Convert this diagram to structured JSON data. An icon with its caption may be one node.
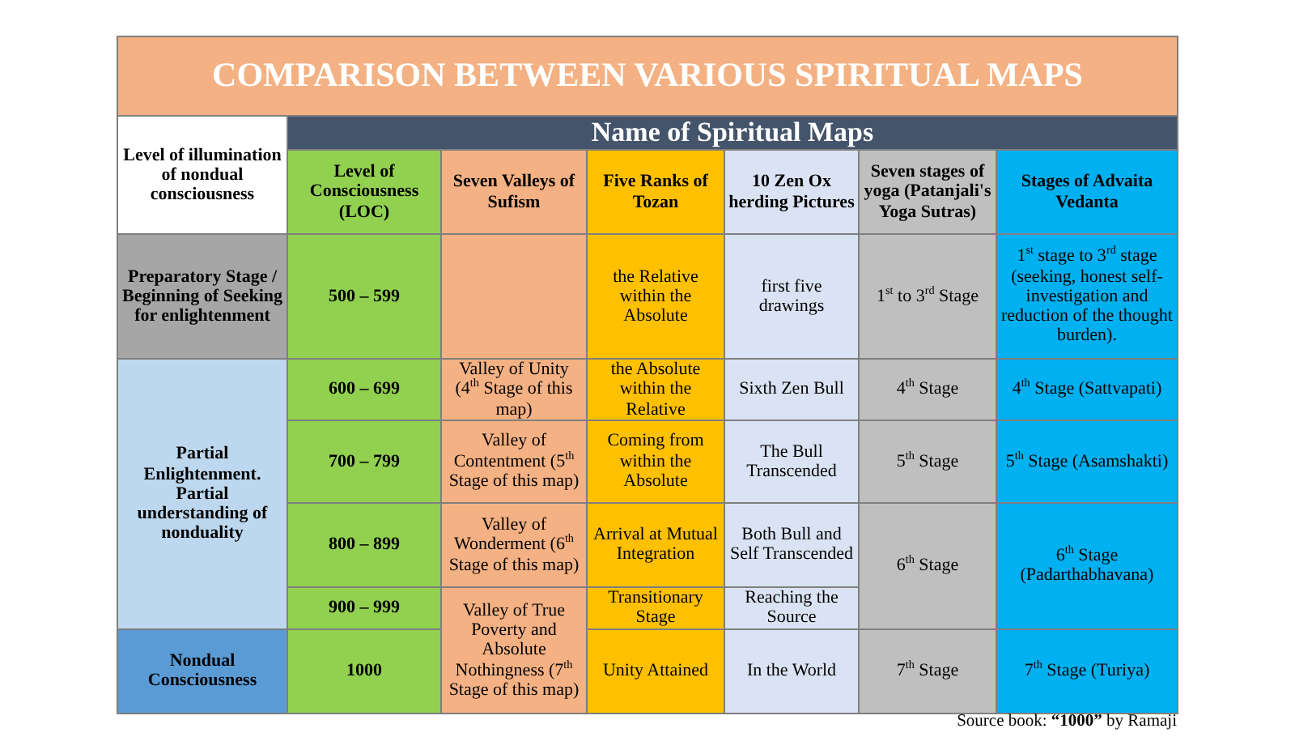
{
  "diagram": {
    "title": "COMPARISON BETWEEN VARIOUS SPIRITUAL MAPS",
    "caption": "Source book: **“1000”** by Ramaji",
    "labels": [
      "Level of illumination of nondual consciousness",
      "Name of Spiritual Maps",
      "Level of Consciousness (LOC)",
      "Seven Valleys of Sufism",
      "Five Ranks of Tozan",
      "10 Zen Ox herding Pictures",
      "Seven stages of yoga (Patanjali's Yoga Sutras)",
      "Stages of Advaita Vedanta",
      "Preparatory Stage / Beginning of Seeking for enlightenment",
      "500 – 599",
      "the Relative within the Absolute",
      "first five drawings",
      "1$^{st}$ to 3$^{rd}$ Stage",
      "1$^{st}$ stage to 3$^{rd}$ stage (seeking, honest self-investigation and reduction of the thought burden).",
      "Partial Enlightenment. Partial understanding of nonduality",
      "600 – 699",
      "Valley of Unity (4$^{th}$ Stage of this map)",
      "the Absolute within the Relative",
      "Sixth Zen Bull",
      "4$^{th}$ Stage",
      "4$^{th}$ Stage (Sattvapati)",
      "700 – 799",
      "Valley of Contentment (5$^{th}$ Stage of this map)",
      "Coming from within the Absolute",
      "The Bull Transcended",
      "5$^{th}$ Stage",
      "5$^{th}$ Stage (Asamshakti)",
      "800 – 899",
      "Valley of Wonderment (6$^{th}$ Stage of this map)",
      "Arrival at Mutual Integration",
      "Both Bull and Self Transcended",
      "6$^{th}$ Stage",
      "6$^{th}$ Stage (Padarthabhavana)",
      "900 – 999",
      "Valley of True Poverty and Absolute Nothingness (7$^{th}$ Stage of this map)",
      "Transitionary Stage",
      "Reaching the Source",
      "Nondual Consciousness",
      "1000",
      "Unity Attained",
      "In the World",
      "7$^{th}$ Stage",
      "7$^{th}$ Stage (Turiya)"
    ]
  }
}
